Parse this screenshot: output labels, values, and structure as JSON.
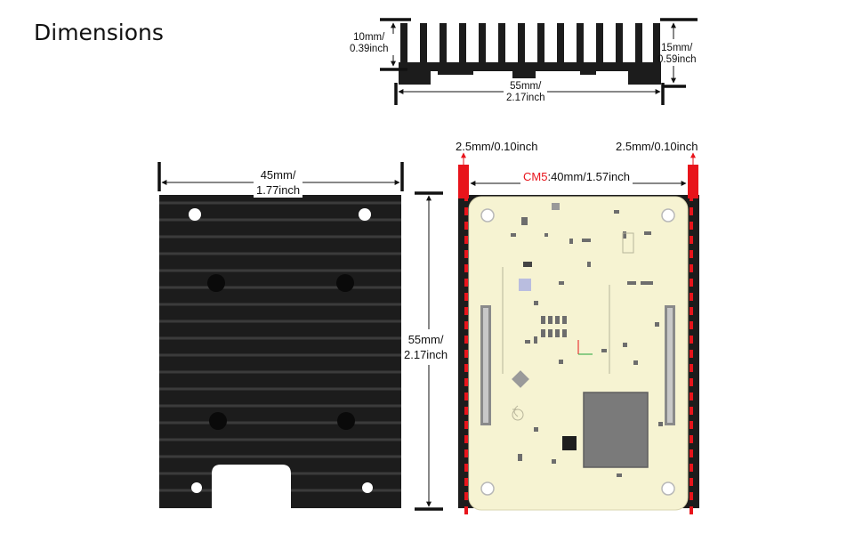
{
  "title": "Dimensions",
  "side_view": {
    "height_left": [
      "10mm/",
      "0.39inch"
    ],
    "height_right": [
      "15mm/",
      "0.59inch"
    ],
    "width": [
      "55mm/",
      "2.17inch"
    ]
  },
  "heatsink_top": {
    "width": [
      "45mm/",
      "1.77inch"
    ],
    "height": [
      "55mm/",
      "2.17inch"
    ]
  },
  "board": {
    "margin_left": "2.5mm/0.10inch",
    "margin_right": "2.5mm/0.10inch",
    "module_label": "CM5",
    "module_width": ":40mm/1.57inch"
  },
  "colors": {
    "heatsink": "#1c1c1c",
    "fin_line": "#3a3a3a",
    "pcb": "#f6f3d2",
    "dimension_red": "#e8141b",
    "chip": "#7a7a7a"
  }
}
